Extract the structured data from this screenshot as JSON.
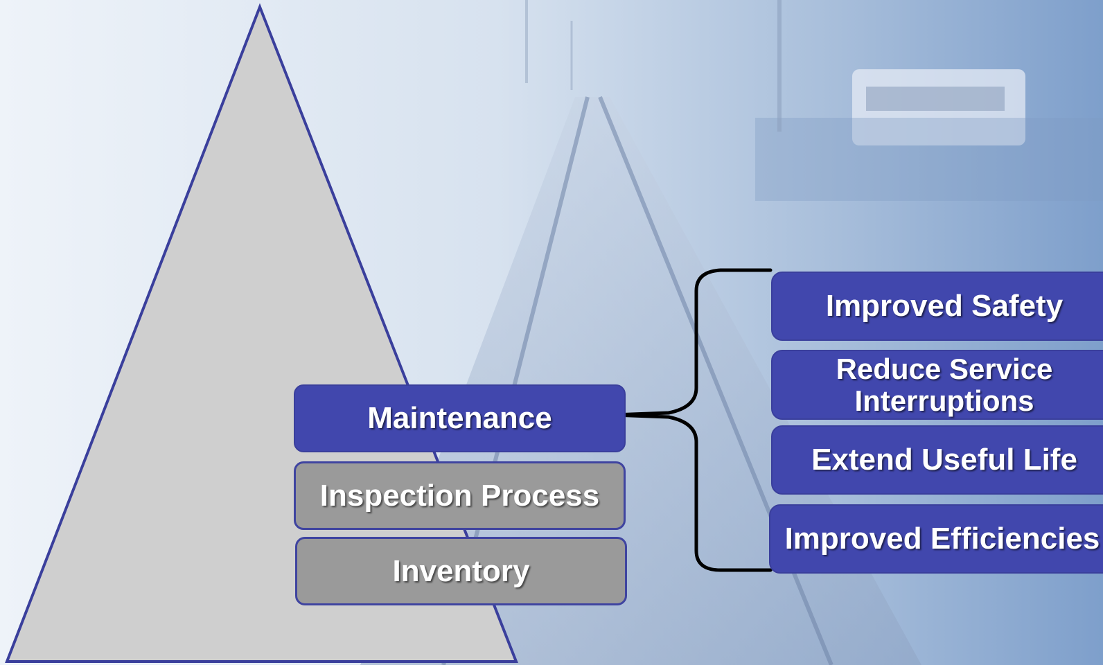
{
  "colors": {
    "box_blue": "#4147ad",
    "box_gray": "#9a9a9a",
    "pyramid_fill": "#cfcfcf",
    "pyramid_stroke": "#3a3f9c",
    "bracket": "#000000",
    "text": "#ffffff"
  },
  "pyramid": {
    "levels": [
      {
        "label": "Maintenance",
        "style": "blue"
      },
      {
        "label": "Inspection Process",
        "style": "gray"
      },
      {
        "label": "Inventory",
        "style": "gray"
      }
    ]
  },
  "outcomes": [
    {
      "line1": "Improved Safety",
      "line2": ""
    },
    {
      "line1": "Reduce Service",
      "line2": "Interruptions"
    },
    {
      "line1": "Extend Useful Life",
      "line2": ""
    },
    {
      "line1": "Improved Efficiencies",
      "line2": ""
    }
  ]
}
